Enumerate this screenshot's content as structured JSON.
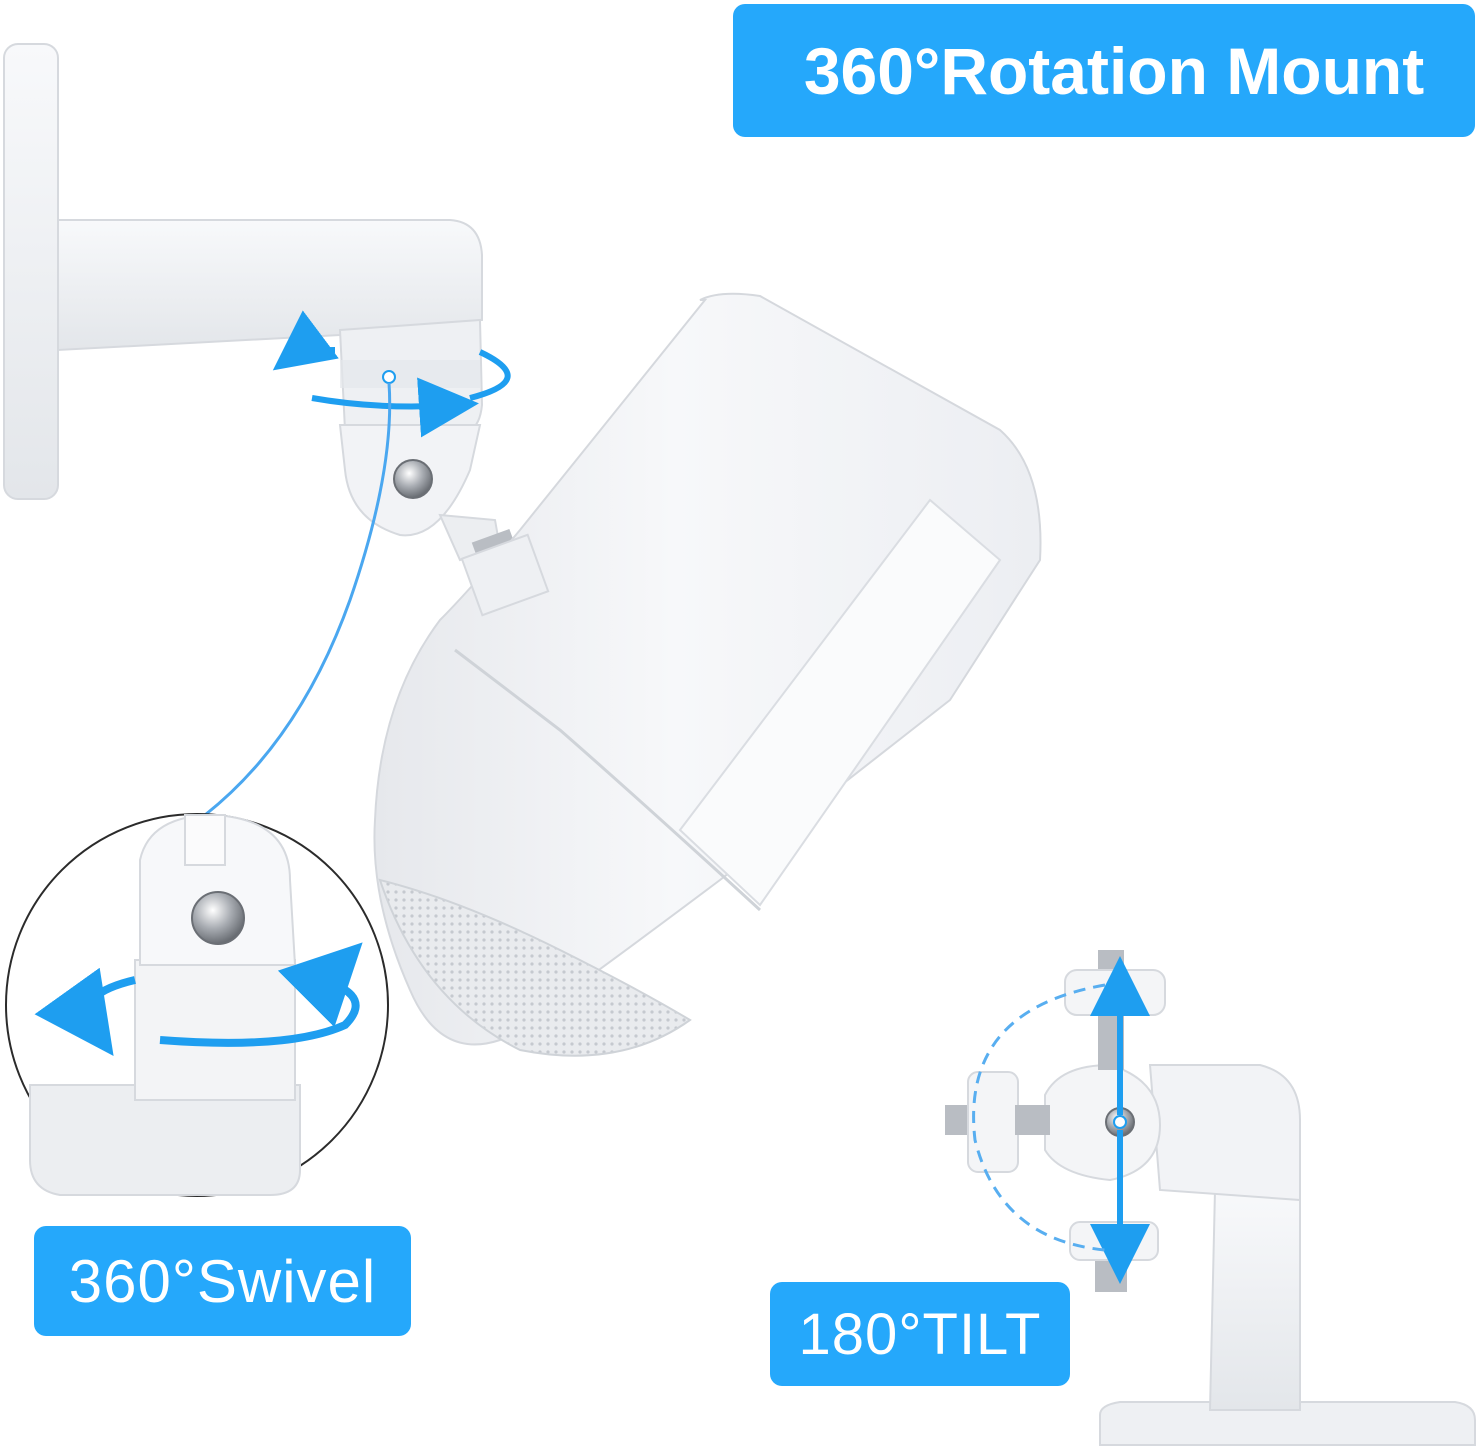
{
  "labels": {
    "rotation": "360°Rotation Mount",
    "swivel": "360°Swivel",
    "tilt": "180°TILT"
  },
  "colors": {
    "accent": "#25a8fb",
    "arrow": "#1e9ef0",
    "product": "#f4f5f7",
    "shadow": "#d9dce1"
  }
}
